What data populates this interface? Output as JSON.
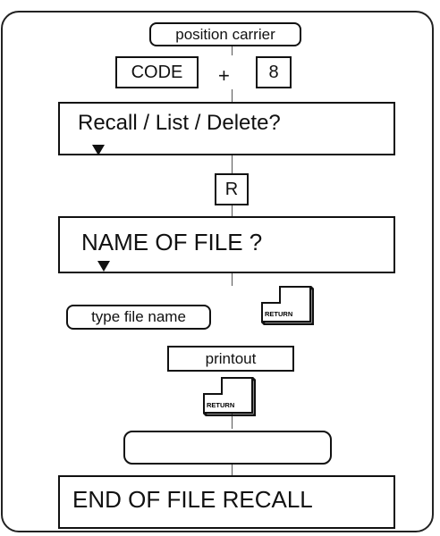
{
  "steps": {
    "position_carrier": "position carrier",
    "code_key": "CODE",
    "plus": "+",
    "eight_key": "8",
    "display_recall": "Recall / List / Delete?",
    "r_key": "R",
    "display_name": "NAME OF FILE ?",
    "type_file_name": "type file name",
    "return_key": "RETURN",
    "printout": "printout",
    "blank_box": "",
    "display_end": "END OF FILE RECALL"
  }
}
